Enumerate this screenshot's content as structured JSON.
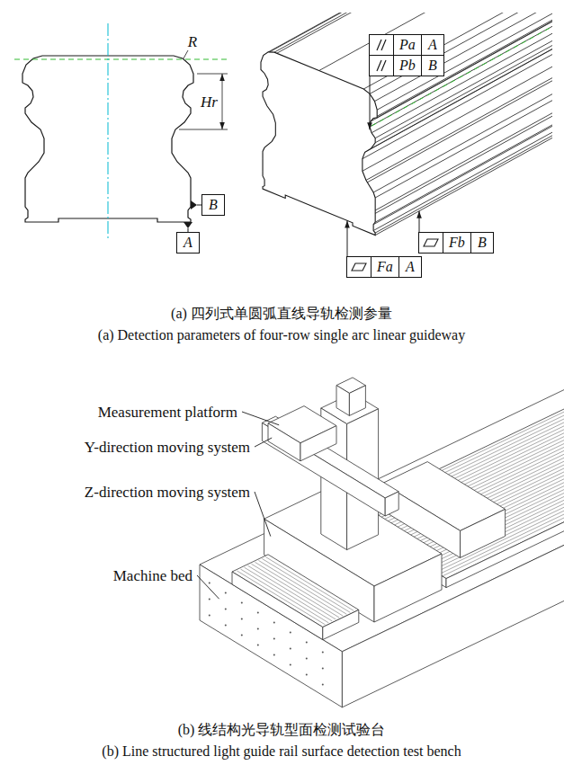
{
  "diagram": {
    "nodes": [
      {
        "text": [
          "B"
        ]
      },
      {
        "text": [
          "A"
        ]
      },
      {
        "text": [
          "Pa",
          "A"
        ]
      },
      {
        "text": [
          "Pb",
          "B"
        ]
      },
      {
        "text": [
          "Fb",
          "B"
        ]
      },
      {
        "text": [
          "Fa",
          "A"
        ]
      }
    ],
    "labels": [
      "R",
      "Hr",
      "(a) 四列式单圆弧直线导轨检测参量",
      "(a) Detection parameters of four-row single arc linear guideway",
      "Measurement platform",
      "Y-direction moving system",
      "Z-direction moving system",
      "Machine bed",
      "(b) 线结构光导轨型面检测试验台",
      "(b) Line structured light guide rail surface detection test bench"
    ]
  }
}
